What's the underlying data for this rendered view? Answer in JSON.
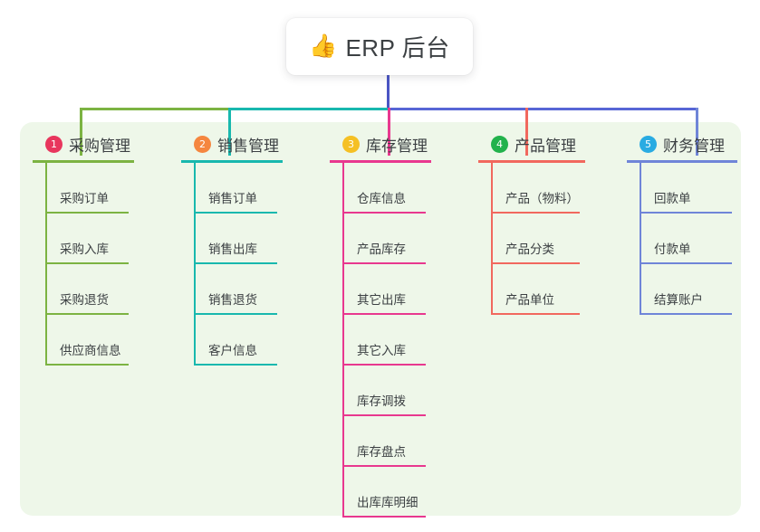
{
  "root": {
    "icon": "thumbs-up-icon",
    "icon_glyph": "👍",
    "title": "ERP 后台"
  },
  "panel": {
    "background_color": "#eef7e9"
  },
  "columns": [
    {
      "number": "1",
      "title": "采购管理",
      "badge_color": "#e8365d",
      "line_color": "#7cb342",
      "items": [
        {
          "label": "采购订单"
        },
        {
          "label": "采购入库"
        },
        {
          "label": "采购退货"
        },
        {
          "label": "供应商信息"
        }
      ]
    },
    {
      "number": "2",
      "title": "销售管理",
      "badge_color": "#f5863f",
      "line_color": "#18b8ae",
      "items": [
        {
          "label": "销售订单"
        },
        {
          "label": "销售出库"
        },
        {
          "label": "销售退货"
        },
        {
          "label": "客户信息"
        }
      ]
    },
    {
      "number": "3",
      "title": "库存管理",
      "badge_color": "#f5c024",
      "line_color": "#e8388f",
      "items": [
        {
          "label": "仓库信息"
        },
        {
          "label": "产品库存"
        },
        {
          "label": "其它出库"
        },
        {
          "label": "其它入库"
        },
        {
          "label": "库存调拨"
        },
        {
          "label": "库存盘点"
        },
        {
          "label": "出库库明细"
        }
      ]
    },
    {
      "number": "4",
      "title": "产品管理",
      "badge_color": "#22b24c",
      "line_color": "#f1685e",
      "items": [
        {
          "label": "产品（物料）"
        },
        {
          "label": "产品分类"
        },
        {
          "label": "产品单位"
        }
      ]
    },
    {
      "number": "5",
      "title": "财务管理",
      "badge_color": "#29abe2",
      "line_color": "#6f85d8",
      "items": [
        {
          "label": "回款单"
        },
        {
          "label": "付款单"
        },
        {
          "label": "结算账户"
        }
      ]
    }
  ],
  "connectors": {
    "stem_color": "#4a55c4",
    "bus_segments": [
      {
        "color": "#7cb342"
      },
      {
        "color": "#18b8ae"
      },
      {
        "color": "#5766d6"
      }
    ],
    "drops": [
      {
        "color": "#7cb342"
      },
      {
        "color": "#18b8ae"
      },
      {
        "color": "#e8388f"
      },
      {
        "color": "#f1685e"
      },
      {
        "color": "#6f85d8"
      }
    ]
  }
}
